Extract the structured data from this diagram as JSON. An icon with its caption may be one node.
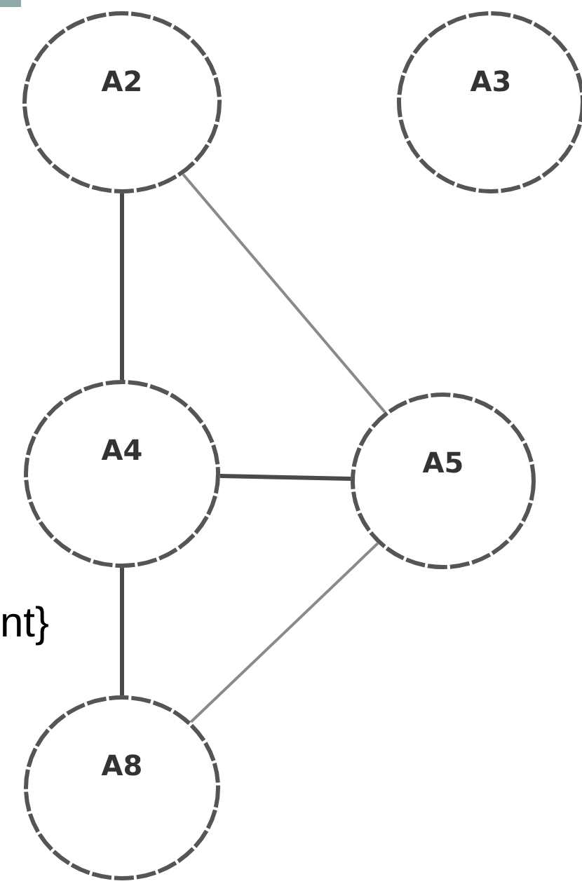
{
  "diagram": {
    "nodes": [
      {
        "text": [
          "A2"
        ]
      },
      {
        "text": [
          "A3"
        ]
      },
      {
        "text": [
          "A4"
        ]
      },
      {
        "text": [
          "A5"
        ]
      },
      {
        "text": [
          "A8"
        ]
      }
    ],
    "edges": [
      {
        "from": 0,
        "to": 2,
        "arrow": "none"
      },
      {
        "from": 0,
        "to": 3,
        "arrow": "none",
        "color": "#8a8a8a"
      },
      {
        "from": 2,
        "to": 3,
        "arrow": "none"
      },
      {
        "from": 2,
        "to": 4,
        "arrow": "none"
      },
      {
        "from": 3,
        "to": 4,
        "arrow": "none",
        "color": "#8a8a8a"
      }
    ],
    "labels": [
      "nt}"
    ]
  }
}
